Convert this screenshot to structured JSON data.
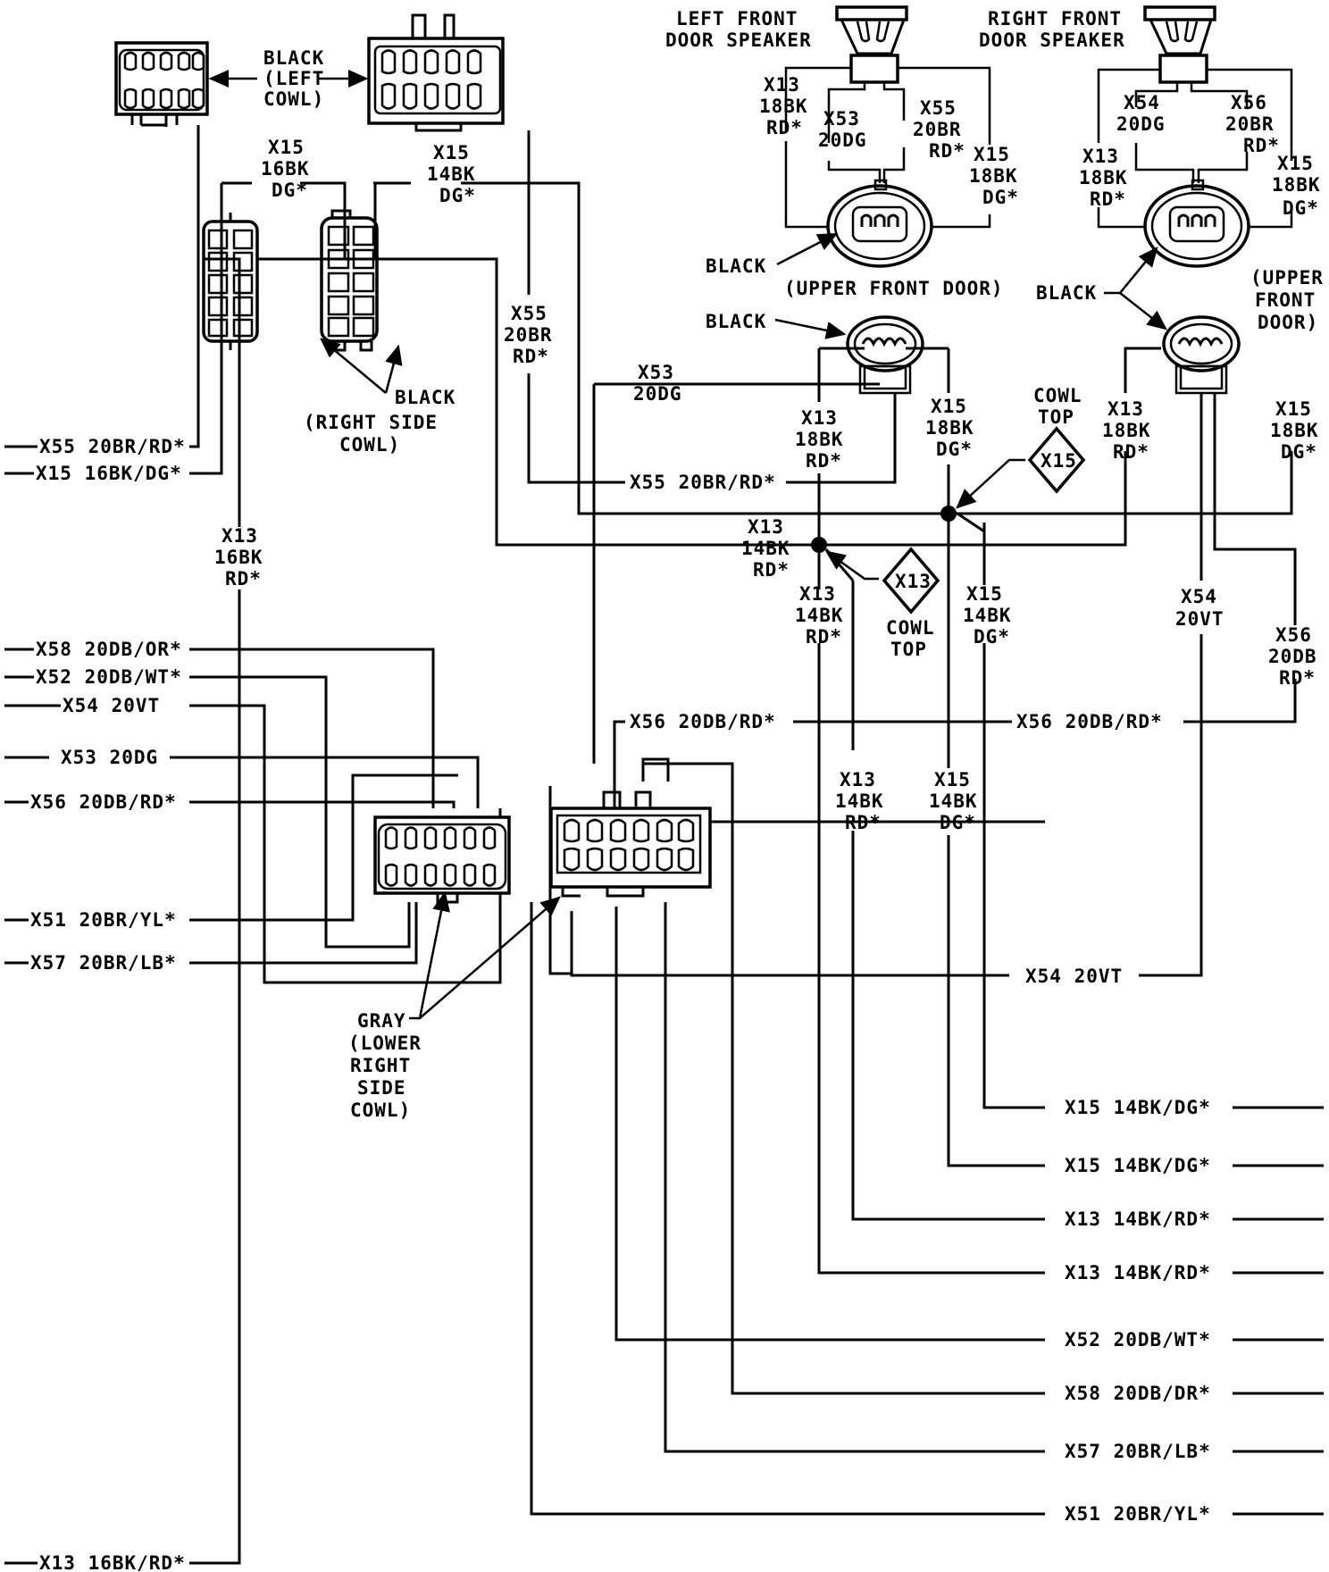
{
  "diagram": {
    "type": "automotive wiring diagram",
    "accent_color": "#000000",
    "background_color": "#ffffff",
    "components": {
      "left_front_speaker": {
        "title_line1": "LEFT FRONT",
        "title_line2": "DOOR SPEAKER"
      },
      "right_front_speaker": {
        "title_line1": "RIGHT FRONT",
        "title_line2": "DOOR SPEAKER"
      },
      "left_cowl_connector": {
        "label_line1": "BLACK",
        "label_line2": "(LEFT",
        "label_line3": "COWL)"
      },
      "right_side_cowl_connector": {
        "label_line1": "BLACK",
        "label_line2": "(RIGHT SIDE",
        "label_line3": "COWL)"
      },
      "left_upper_front_door": {
        "label": "BLACK",
        "location": "(UPPER FRONT DOOR)",
        "label_lower": "BLACK"
      },
      "right_upper_front_door": {
        "label": "BLACK",
        "location_line1": "(UPPER",
        "location_line2": "FRONT",
        "location_line3": "DOOR)"
      },
      "lower_right_side_cowl": {
        "label_line1": "GRAY",
        "label_line2": "(LOWER",
        "label_line3": "RIGHT",
        "label_line4": "SIDE",
        "label_line5": "COWL)"
      },
      "splice_x15": {
        "id": "X15",
        "line1": "COWL",
        "line2": "TOP"
      },
      "splice_x13": {
        "id": "X13",
        "line1": "COWL",
        "line2": "TOP"
      }
    },
    "wire_labels": {
      "lf_x13": [
        "X13",
        "18BK",
        "RD*"
      ],
      "lf_x53": [
        "X53",
        "20DG"
      ],
      "lf_x55": [
        "X55",
        "20BR",
        "RD*"
      ],
      "lf_x15": [
        "X15",
        "18BK",
        "DG*"
      ],
      "rf_x54": [
        "X54",
        "20DG"
      ],
      "rf_x56": [
        "X56",
        "20BR",
        "RD*"
      ],
      "rf_x13": [
        "X13",
        "18BK",
        "RD*"
      ],
      "rf_x15": [
        "X15",
        "18BK",
        "DG*"
      ],
      "cowl_x15_16": [
        "X15",
        "16BK",
        "DG*"
      ],
      "cowl_x15_14": [
        "X15",
        "14BK",
        "DG*"
      ],
      "cowl_x55": [
        "X55",
        "20BR",
        "RD*"
      ],
      "mid_x53": [
        "X53",
        "20DG"
      ],
      "mid_x13_18": [
        "X13",
        "18BK",
        "RD*"
      ],
      "mid_x15_18": [
        "X15",
        "18BK",
        "DG*"
      ],
      "mid_x13_18b": [
        "X13",
        "18BK",
        "RD*"
      ],
      "mid_x15_18b": [
        "X15",
        "18BK",
        "DG*"
      ],
      "mid_x13_14": [
        "X13",
        "14BK",
        "RD*"
      ],
      "mid_x13_14b": [
        "X13",
        "14BK",
        "RD*"
      ],
      "mid_x15_14": [
        "X15",
        "14BK",
        "DG*"
      ],
      "mid_x54": [
        "X54",
        "20VT"
      ],
      "mid_x56": [
        "X56",
        "20DB",
        "RD*"
      ],
      "low_x13_14": [
        "X13",
        "14BK",
        "RD*"
      ],
      "low_x15_14": [
        "X15",
        "14BK",
        "DG*"
      ],
      "left_x13_16": [
        "X13",
        "16BK",
        "RD*"
      ]
    },
    "inline_labels": {
      "x55_horiz": "X55 20BR/RD*",
      "x56_mid_left": "X56 20DB/RD*",
      "x56_mid_right": "X56 20DB/RD*",
      "x54_horiz": "X54 20VT"
    },
    "left_terminals": [
      "X55 20BR/RD*",
      "X15 16BK/DG*",
      "X58 20DB/OR*",
      "X52 20DB/WT*",
      "X54 20VT",
      "X53 20DG",
      "X56 20DB/RD*",
      "X51 20BR/YL*",
      "X57 20BR/LB*",
      "X13 16BK/RD*"
    ],
    "right_terminals": [
      "X15 14BK/DG*",
      "X15 14BK/DG*",
      "X13 14BK/RD*",
      "X13 14BK/RD*",
      "X52 20DB/WT*",
      "X58 20DB/DR*",
      "X57 20BR/LB*",
      "X51 20BR/YL*"
    ]
  }
}
